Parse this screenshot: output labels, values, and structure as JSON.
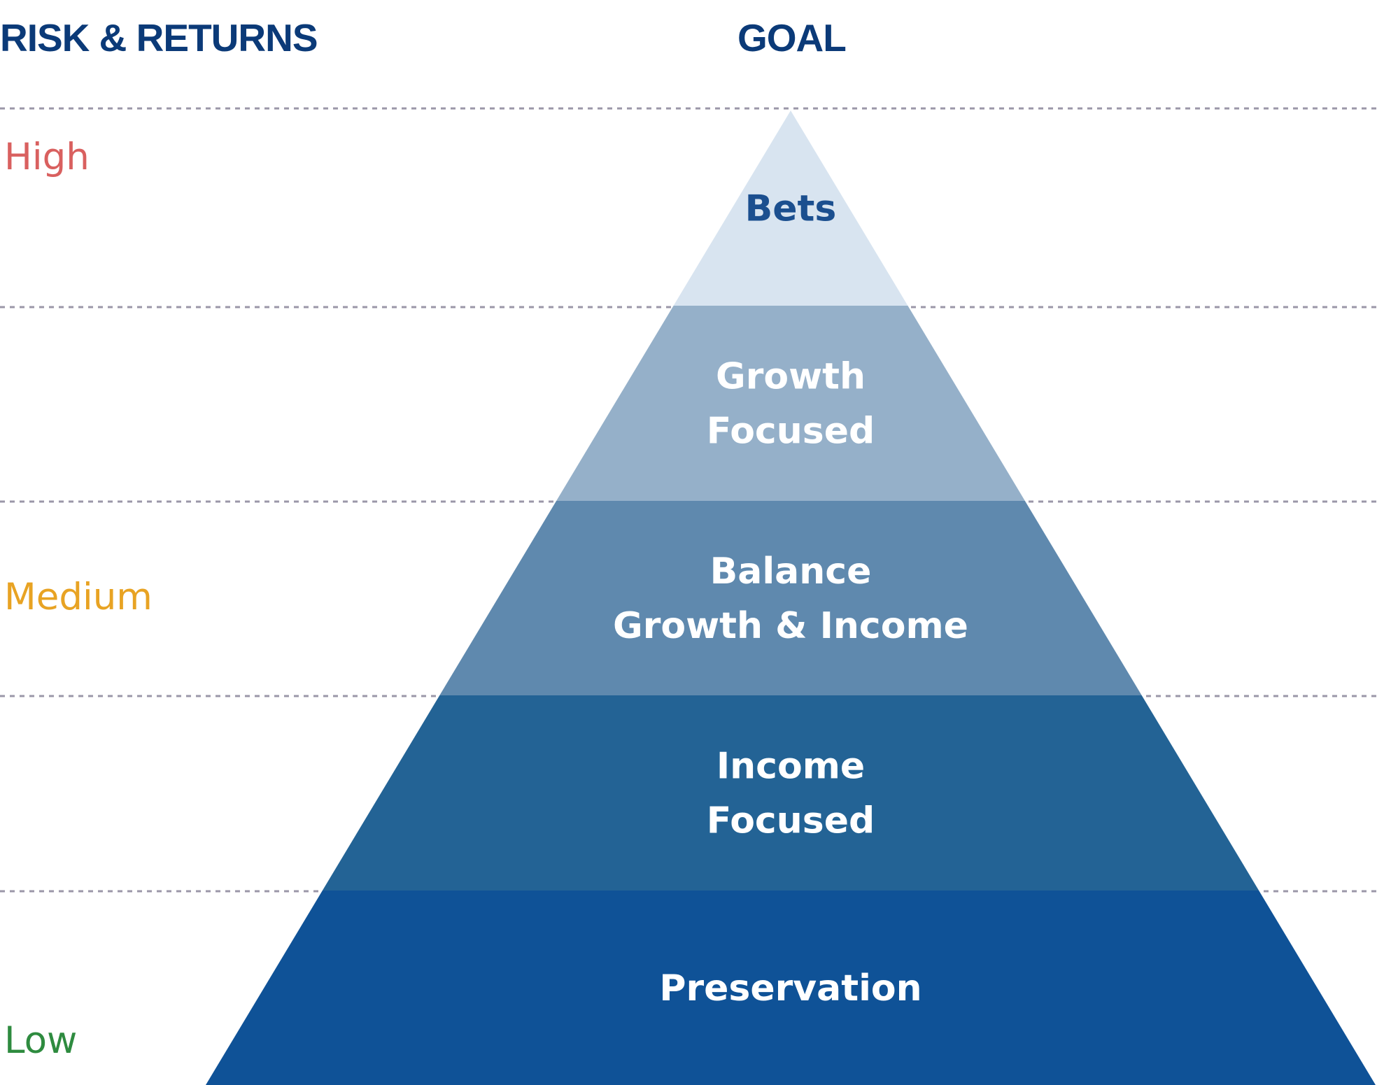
{
  "headers": {
    "risk": "RISK & RETURNS",
    "goal": "GOAL"
  },
  "risk_levels": [
    {
      "label": "High",
      "color": "#d9605f"
    },
    {
      "label": "Medium",
      "color": "#e8a323"
    },
    {
      "label": "Low",
      "color": "#2e8b3f"
    }
  ],
  "tiers": [
    {
      "lines": [
        "Bets"
      ],
      "fill": "#d8e4f0",
      "text_color": "#1b4f8f"
    },
    {
      "lines": [
        "Growth",
        "Focused"
      ],
      "fill": "#95b0c9",
      "text_color": "#ffffff"
    },
    {
      "lines": [
        "Balance",
        "Growth & Income"
      ],
      "fill": "#5f89ae",
      "text_color": "#ffffff"
    },
    {
      "lines": [
        "Income",
        "Focused"
      ],
      "fill": "#236395",
      "text_color": "#ffffff"
    },
    {
      "lines": [
        "Preservation"
      ],
      "fill": "#0f5297",
      "text_color": "#ffffff"
    }
  ],
  "colors": {
    "header": "#0b3a78",
    "dashed_line": "#9b97a8"
  }
}
